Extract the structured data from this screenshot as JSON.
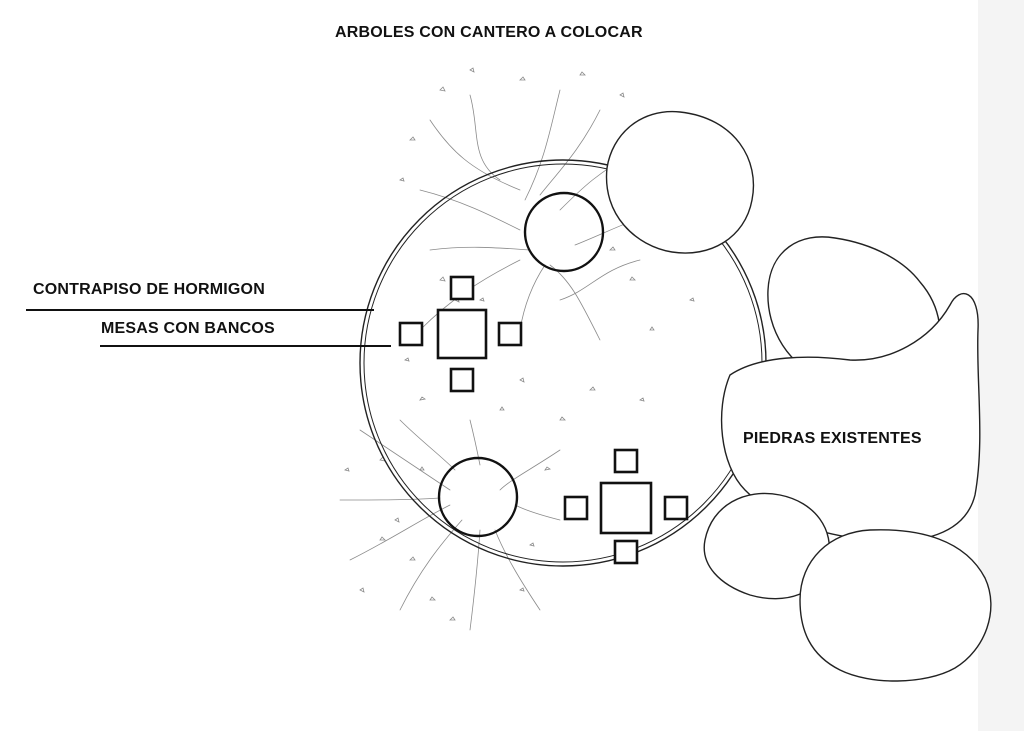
{
  "labels": {
    "trees": "ARBOLES CON CANTERO A COLOCAR",
    "slab": "CONTRAPISO DE HORMIGON",
    "tables": "MESAS CON BANCOS",
    "rocks": "PIEDRAS EXISTENTES"
  },
  "colors": {
    "ink": "#111111",
    "sketch": "#8a8a8a",
    "paper": "#ffffff",
    "margin": "#f4f4f4"
  }
}
